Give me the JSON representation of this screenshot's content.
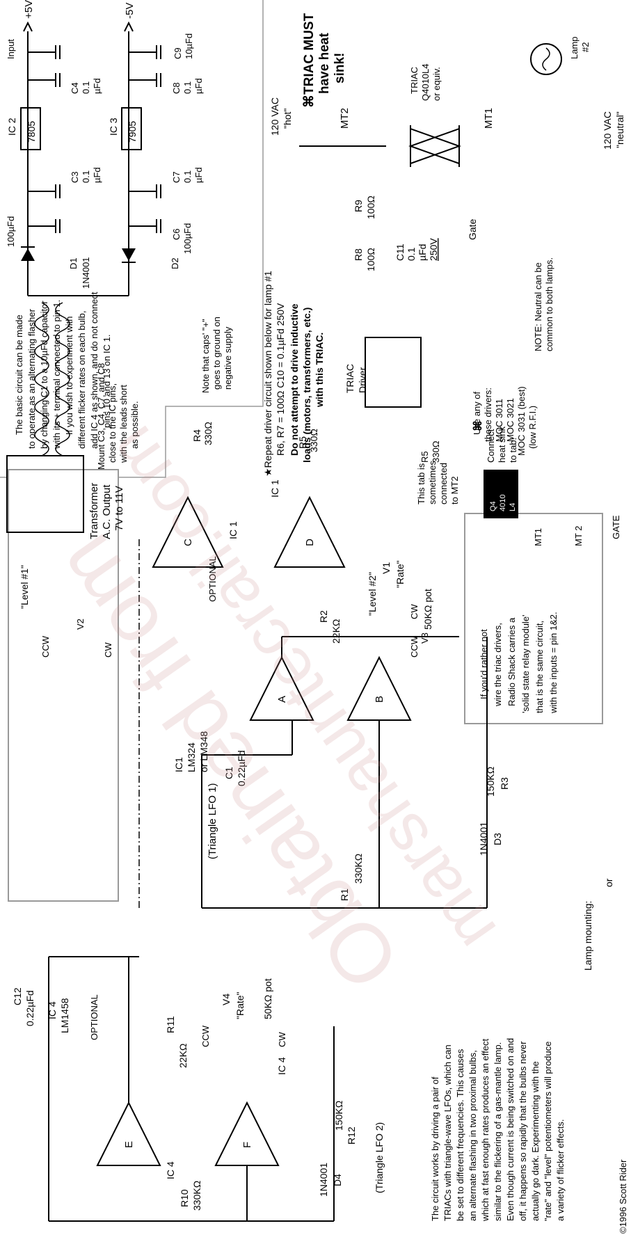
{
  "labels": {
    "p5v": "+5V",
    "m5v": "-5V",
    "c9": "C9",
    "c9v": "10µFd",
    "c4": "C4",
    "c4v": "0.1",
    "c4u": "µFd",
    "c8": "C8",
    "c8v": "0.1",
    "c8u": "µFd",
    "ic2": "IC 2",
    "ic2p": "7805",
    "ic3": "IC 3",
    "ic3p": "7905",
    "c3": "C3",
    "c3v": "0.1",
    "c3u": "µFd",
    "c7": "C7",
    "c7v": "0.1",
    "c7u": "µFd",
    "c6": "C6",
    "c6v": "100µFd",
    "c5v": "100µFd",
    "d1": "D1",
    "d1p": "1N4001",
    "d2": "D2",
    "caps_note": [
      "Note that caps' \"+\"",
      "goes to ground on",
      "negative supply"
    ],
    "mount_note": [
      "Mount C3, C4, C7, and C8",
      "close to the IC pins,",
      "with the leads short",
      "as possible."
    ],
    "xfmr": [
      "Transformer",
      "A.C. Output",
      "7V to 11V"
    ],
    "triac_must": [
      "⌘TRIAC MUST",
      "have heat",
      "sink!"
    ],
    "ac_hot": [
      "120 VAC",
      "\"hot\""
    ],
    "ac_neutral": [
      "120 VAC",
      "\"neutral\""
    ],
    "mt2": "MT2",
    "mt1": "MT1",
    "triac_part": [
      "TRIAC",
      "Q4010L4",
      "or equiv."
    ],
    "lamp2": [
      "Lamp",
      "#2"
    ],
    "gate": "Gate",
    "r9": [
      "R9",
      "100Ω"
    ],
    "r8": [
      "R8",
      "100Ω"
    ],
    "c11": [
      "C11",
      "0.1",
      "µFd",
      "250V"
    ],
    "neutral_note": [
      "NOTE: Neutral can be",
      "common to both lamps."
    ],
    "repeat_note": [
      "★Repeat driver circuit shown below for lamp #1",
      "R6, R7 = 100Ω   C10 = 0.1µFd 250V"
    ],
    "warn_note": [
      "Do not attempt to drive inductive",
      "loads (motors, transformers, etc.)",
      "with this TRIAC."
    ],
    "driver": [
      "TRIAC",
      "Driver"
    ],
    "drivers_list": [
      "Use any of",
      "these drivers:",
      "MOC 3011",
      "MOC 3021",
      "MOC 3031 (best)",
      "(low R.F.I.)"
    ],
    "r5": [
      "R5",
      "330Ω"
    ],
    "r4": [
      "R4",
      "330Ω"
    ],
    "heat_sink": [
      "⌘",
      "Connect",
      "heat sink",
      "to tab!"
    ],
    "tab_note": [
      "This tab is",
      "sometimes",
      "connected",
      "to MT2"
    ],
    "pkg": [
      "Q4",
      "4010",
      "L4"
    ],
    "pin_mt1": "MT1",
    "pin_mt2": "MT 2",
    "pin_gate": "GATE",
    "opamp_c": "C",
    "opamp_d": "D",
    "opamp_a": "A",
    "opamp_b": "B",
    "opamp_e": "E",
    "opamp_f": "F",
    "ic1": "IC 1",
    "ic4": "IC 4",
    "optional": "OPTIONAL",
    "level1": "\"Level #1\"",
    "level2": "\"Level #2\"",
    "ccw": "CCW",
    "cw": "CW",
    "v2": "V2",
    "v3": "V3",
    "v1": "V1",
    "v4": "V4",
    "rate": "\"Rate\"",
    "pot": "50KΩ pot",
    "r2": [
      "R2",
      "22KΩ"
    ],
    "r3": [
      "R3",
      "150KΩ"
    ],
    "d3": [
      "D3",
      "1N4001"
    ],
    "r1": [
      "R1",
      "330KΩ"
    ],
    "c1": [
      "C1",
      "0.22µFd"
    ],
    "ic1_part": [
      "IC1",
      "LM324",
      "or LM348"
    ],
    "lfo1": "(Triangle LFO 1)",
    "lfo2": "(Triangle LFO 2)",
    "alt_note": [
      "The basic circuit can be made",
      "to operate as an alternating flasher",
      "by changing C1 to a 10µFd capacitor",
      "with its + terminal connected to pin 1.",
      "If you wish to experiment with",
      "different flicker rates on each bulb,",
      "add IC 4 as shown, and do not connect",
      "pins 10 and 13 on IC 1."
    ],
    "ssr_note": [
      "If you'd rather not",
      "wire the triac drivers,",
      "Radio Shack carries a",
      "'solid state relay module'",
      "that is the same circuit,",
      "with the inputs = pin 1&2."
    ],
    "ic4_part": [
      "IC 4",
      "LM1458"
    ],
    "c12": [
      "C12",
      "0.22µFd"
    ],
    "r10": [
      "R10",
      "330KΩ"
    ],
    "r11": [
      "R11",
      "22KΩ"
    ],
    "r12": [
      "R12",
      "150KΩ"
    ],
    "d4": [
      "D4",
      "1N4001"
    ],
    "desc": [
      "The circuit works by driving a pair of",
      "TRIACs with triangle-wave LFOs, which can",
      "be set to different frequencies.  This causes",
      "an alternate flashing in two proximal bulbs,",
      "which at fast enough rates produces an effect",
      "similar to the flickering of a gas-mantle lamp.",
      "Even though current is being switched on and",
      "off, it happens so rapidly that the bulbs never",
      "actually go dark.  Experimenting with the",
      "\"rate\" and \"level\" potentiometers will produce",
      "a variety of flicker effects."
    ],
    "lamp_mount": "Lamp mounting:",
    "or": "or",
    "copyright": "©1996 Scott Rider",
    "input_note": "Input",
    "watermark": [
      "Obtained from",
      "marshauntecrail.com"
    ]
  }
}
